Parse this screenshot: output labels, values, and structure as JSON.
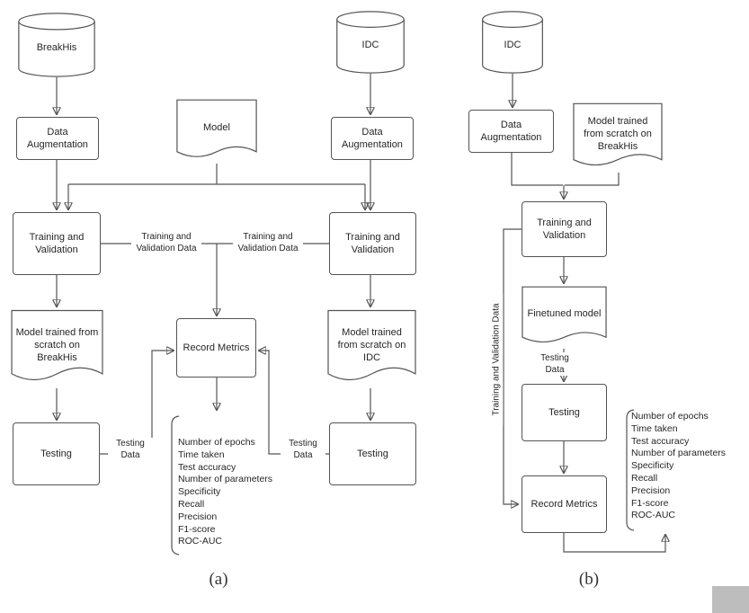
{
  "colors": {
    "stroke": "#545454",
    "text": "#262626",
    "background": "#ffffff"
  },
  "diagram_a": {
    "caption": "(a)",
    "nodes": {
      "breakhis_db": "BreakHis",
      "idc_db": "IDC",
      "model_doc": "Model",
      "data_aug_left": "Data Augmentation",
      "data_aug_right": "Data Augmentation",
      "train_left": "Training and Validation",
      "train_right": "Training and Validation",
      "record_metrics": "Record Metrics",
      "model_breakhis_doc": "Model trained from scratch on BreakHis",
      "model_idc_doc": "Model trained from scratch on IDC",
      "testing_left": "Testing",
      "testing_right": "Testing"
    },
    "edge_labels": {
      "train_val_data_left": "Training and Validation Data",
      "train_val_data_right": "Training and Validation Data",
      "testing_data_left": "Testing Data",
      "testing_data_right": "Testing Data"
    },
    "metrics": [
      "Number of epochs",
      "Time taken",
      "Test accuracy",
      "Number of parameters",
      "Specificity",
      "Recall",
      "Precision",
      "F1-score",
      "ROC-AUC"
    ]
  },
  "diagram_b": {
    "caption": "(b)",
    "nodes": {
      "idc_db": "IDC",
      "data_aug": "Data Augmentation",
      "model_breakhis_doc": "Model trained from scratch on BreakHis",
      "train": "Training and Validation",
      "finetuned_doc": "Finetuned model",
      "testing": "Testing",
      "record_metrics": "Record Metrics"
    },
    "edge_labels": {
      "train_val_data": "Training and Validation Data",
      "testing_data": "Testing Data"
    },
    "metrics": [
      "Number of epochs",
      "Time taken",
      "Test accuracy",
      "Number of parameters",
      "Specificity",
      "Recall",
      "Precision",
      "F1-score",
      "ROC-AUC"
    ]
  }
}
